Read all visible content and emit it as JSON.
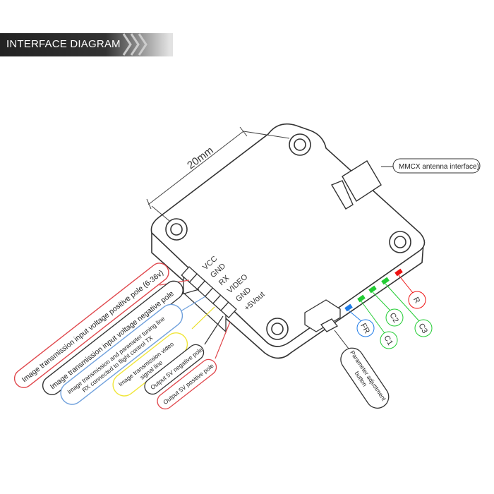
{
  "header": {
    "title": "INTERFACE DIAGRAM"
  },
  "board": {
    "dimension": "20mm",
    "antenna_label": "MMCX antenna interface)",
    "pins": [
      "VCC",
      "GND",
      "RX",
      "VIDEO",
      "GND",
      "+5Vout"
    ],
    "leds": [
      {
        "label": "FR",
        "color": "#1e7be8"
      },
      {
        "label": "C1",
        "color": "#22cc33"
      },
      {
        "label": "C2",
        "color": "#22cc33"
      },
      {
        "label": "C3",
        "color": "#22cc33"
      },
      {
        "label": "R",
        "color": "#ee1111"
      }
    ],
    "button_label_1": "Parameter adjustment",
    "button_label_2": "button"
  },
  "callouts": [
    {
      "text": "Image transmission input voltage positive pole (6-36v)",
      "color": "#e0474c"
    },
    {
      "text": "Image transmission input voltage negative pole",
      "color": "#333333"
    },
    {
      "text": "Image transmission and parameter tuning line",
      "text2": "RX connected to flight control TX",
      "color": "#6fa0dc"
    },
    {
      "text": "Image transmission video",
      "text2": "signal line",
      "color": "#f0e63a"
    },
    {
      "text": "Output 5V negative pole",
      "color": "#333333"
    },
    {
      "text": "Output 5V positive pole",
      "color": "#e0474c"
    }
  ]
}
